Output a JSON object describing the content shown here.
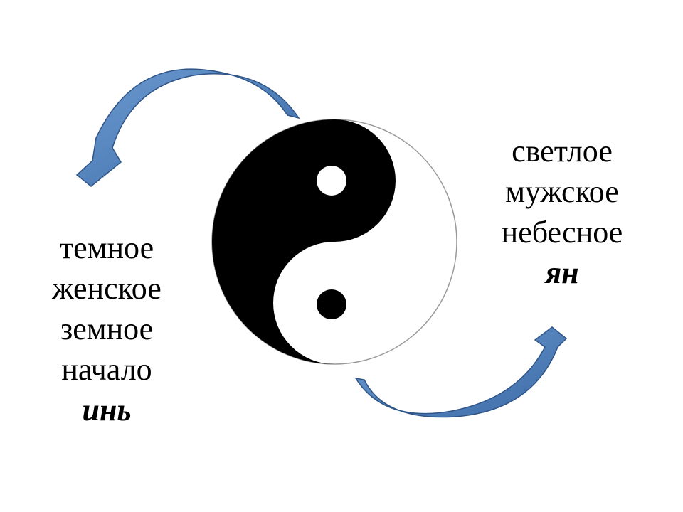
{
  "symbol": {
    "name": "yin-yang",
    "dark_color": "#000000",
    "light_color": "#ffffff",
    "outline_color": "#9a9a9a"
  },
  "arrows": {
    "color": "#4f7fb8",
    "outline_color": "#2f5588"
  },
  "yin": {
    "lines": [
      "темное",
      "женское",
      "земное",
      "начало"
    ],
    "term": "инь"
  },
  "yang": {
    "lines": [
      "светлое",
      "мужское",
      "небесное"
    ],
    "term": "ян"
  }
}
